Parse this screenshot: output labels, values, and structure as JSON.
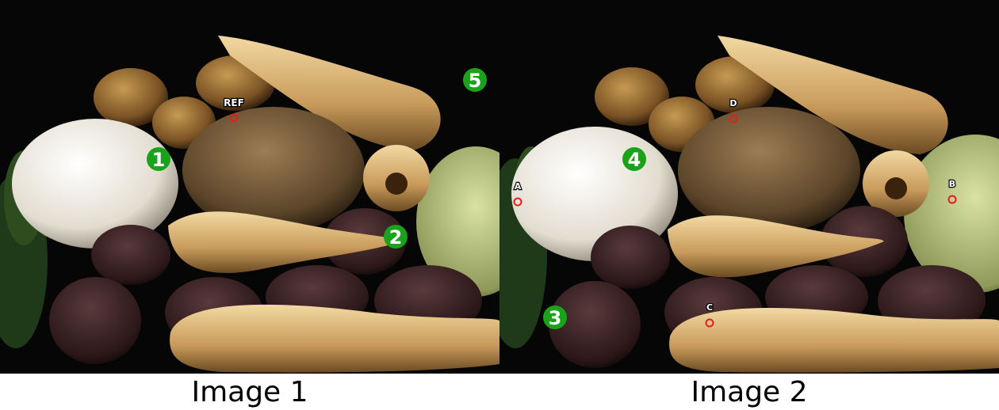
{
  "images": [
    {
      "caption": "Image 1",
      "points": [
        {
          "label": "REF",
          "type": "circle-marker"
        }
      ],
      "numbers": [
        "1",
        "2",
        "5"
      ]
    },
    {
      "caption": "Image 2",
      "points": [
        {
          "label": "A",
          "type": "circle-marker"
        },
        {
          "label": "B",
          "type": "circle-marker"
        },
        {
          "label": "C",
          "type": "circle-marker"
        },
        {
          "label": "D",
          "type": "circle-marker"
        }
      ],
      "numbers": [
        "3",
        "4"
      ]
    }
  ],
  "colors": {
    "marker_ring": "#e0201c",
    "number_badge": "#1aa31a",
    "background": "#050505"
  }
}
